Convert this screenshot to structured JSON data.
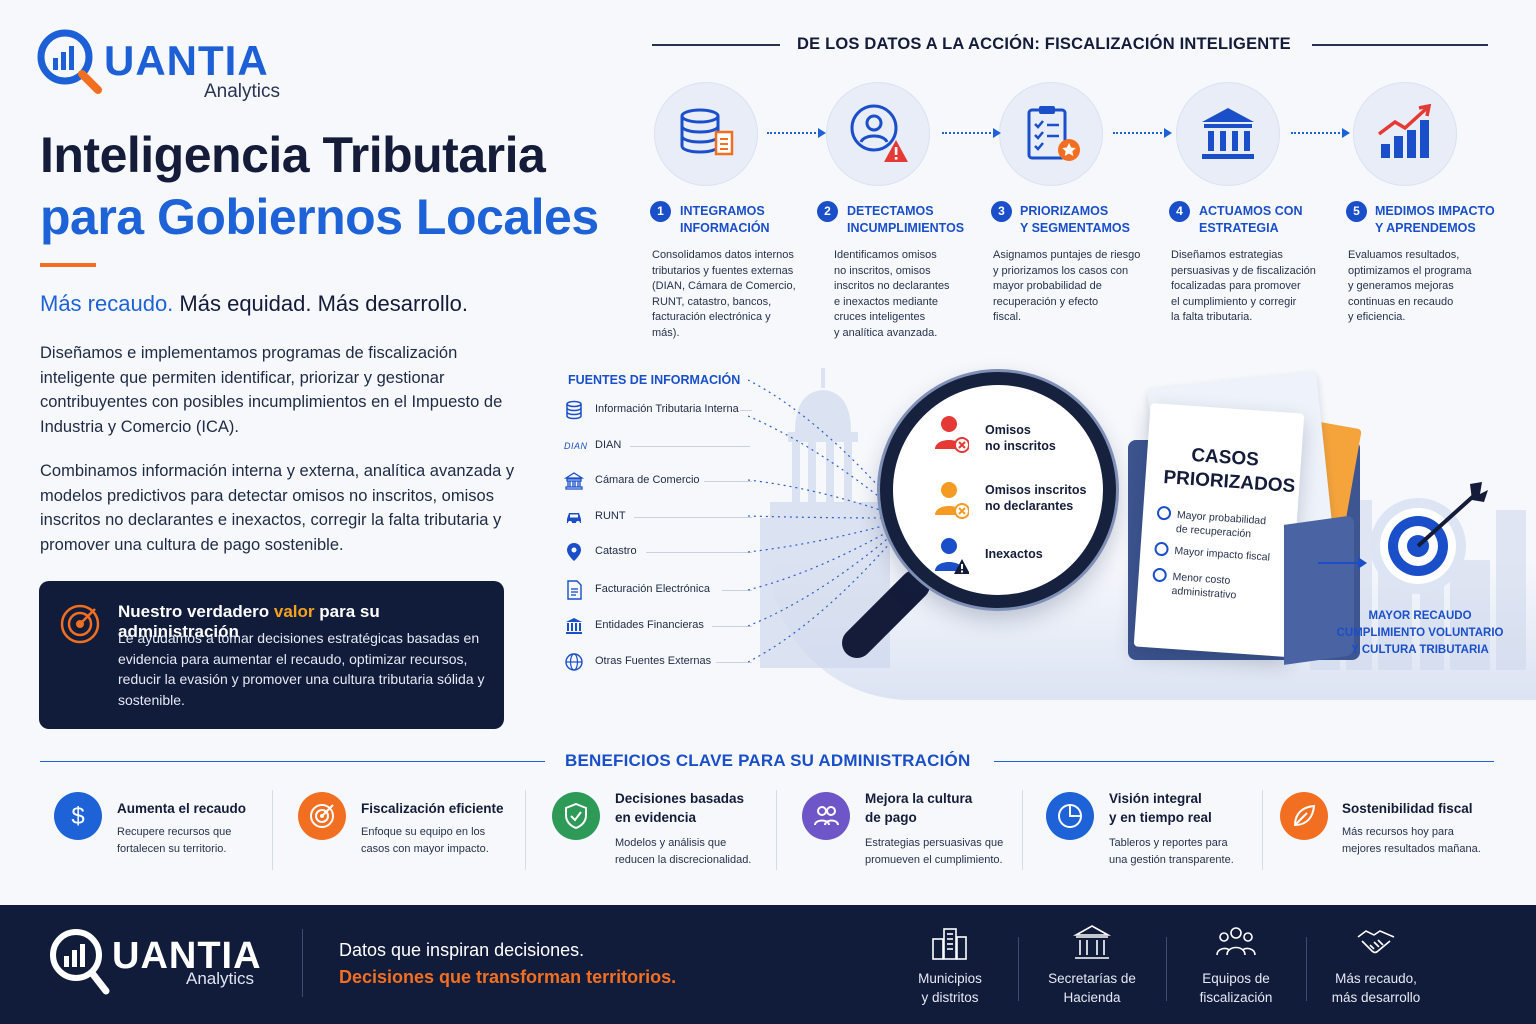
{
  "brand": {
    "name": "QUANTIA",
    "name_rest": "UANTIA",
    "sub": "Analytics"
  },
  "hero": {
    "title_line1": "Inteligencia Tributaria",
    "title_line2": "para Gobiernos Locales",
    "tagline_accent": "Más recaudo.",
    "tagline_rest": " Más equidad. Más desarrollo.",
    "para1": "Diseñamos e implementamos programas de fiscalización inteligente que permiten identificar, priorizar y gestionar contribuyentes con posibles incumplimientos en el Impuesto de Industria y Comercio (ICA).",
    "para2": "Combinamos información interna y externa, analítica avanzada y modelos predictivos para detectar omisos no inscritos, omisos inscritos no declarantes e inexactos, corregir la falta tributaria y promover una cultura de pago sostenible."
  },
  "value_box": {
    "title_pre": "Nuestro verdadero ",
    "title_accent": "valor",
    "title_post": " para su administración",
    "text": "Le ayudamos a tomar decisiones estratégicas basadas en evidencia para aumentar el recaudo, optimizar recursos, reducir la evasión y promover una cultura tributaria sólida y sostenible."
  },
  "process": {
    "title": "DE LOS DATOS A LA ACCIÓN: FISCALIZACIÓN INTELIGENTE",
    "steps": [
      {
        "num": "1",
        "title_l1": "INTEGRAMOS",
        "title_l2": "INFORMACIÓN",
        "icon": "database-icon",
        "desc": [
          "Consolidamos datos internos",
          "tributarios y fuentes externas",
          "(DIAN, Cámara de Comercio,",
          "RUNT, catastro, bancos,",
          "facturación electrónica y",
          "más)."
        ]
      },
      {
        "num": "2",
        "title_l1": "DETECTAMOS",
        "title_l2": "INCUMPLIMIENTOS",
        "icon": "user-alert-icon",
        "desc": [
          "Identificamos omisos",
          "no inscritos, omisos",
          "inscritos no declarantes",
          "e inexactos mediante",
          "cruces inteligentes",
          "y analítica avanzada."
        ]
      },
      {
        "num": "3",
        "title_l1": "PRIORIZAMOS",
        "title_l2": "Y SEGMENTAMOS",
        "icon": "checklist-icon",
        "desc": [
          "Asignamos puntajes de riesgo",
          "y priorizamos los casos con",
          "mayor probabilidad de",
          "recuperación y efecto",
          "fiscal."
        ]
      },
      {
        "num": "4",
        "title_l1": "ACTUAMOS CON",
        "title_l2": "ESTRATEGIA",
        "icon": "government-building-icon",
        "desc": [
          "Diseñamos estrategias",
          "persuasivas y de fiscalización",
          "focalizadas para promover",
          "el cumplimiento y corregir",
          "la falta tributaria."
        ]
      },
      {
        "num": "5",
        "title_l1": "MEDIMOS IMPACTO",
        "title_l2": "Y APRENDEMOS",
        "icon": "growth-chart-icon",
        "desc": [
          "Evaluamos resultados,",
          "optimizamos el programa",
          "y generamos mejoras",
          "continuas en recaudo",
          "y eficiencia."
        ]
      }
    ]
  },
  "sources": {
    "title": "FUENTES DE INFORMACIÓN",
    "items": [
      {
        "label": "Información Tributaria Interna",
        "icon": "database-icon"
      },
      {
        "label": "DIAN",
        "icon": "dian-logo-icon",
        "icon_text": "DIAN"
      },
      {
        "label": "Cámara de Comercio",
        "icon": "building-icon"
      },
      {
        "label": "RUNT",
        "icon": "car-icon"
      },
      {
        "label": "Catastro",
        "icon": "map-pin-icon"
      },
      {
        "label": "Facturación Electrónica",
        "icon": "invoice-icon"
      },
      {
        "label": "Entidades Financieras",
        "icon": "bank-icon"
      },
      {
        "label": "Otras Fuentes Externas",
        "icon": "globe-icon"
      }
    ]
  },
  "detection": {
    "items": [
      {
        "l1": "Omisos",
        "l2": "no inscritos",
        "icon": "red-user-x-icon"
      },
      {
        "l1": "Omisos inscritos",
        "l2": "no declarantes",
        "icon": "orange-user-x-icon"
      },
      {
        "l1": "Inexactos",
        "l2": "",
        "icon": "blue-user-warning-icon"
      }
    ]
  },
  "cases": {
    "title_l1": "CASOS",
    "title_l2": "PRIORIZADOS",
    "items": [
      {
        "l1": "Mayor probabilidad",
        "l2": "de recuperación"
      },
      {
        "l1": "Mayor impacto fiscal",
        "l2": ""
      },
      {
        "l1": "Menor costo",
        "l2": "administrativo"
      }
    ]
  },
  "outcome": {
    "l1": "MAYOR RECAUDO",
    "l2": "CUMPLIMIENTO VOLUNTARIO",
    "l3": "Y CULTURA TRIBUTARIA"
  },
  "benefits": {
    "title": "BENEFICIOS CLAVE PARA SU ADMINISTRACIÓN",
    "items": [
      {
        "h1": "Aumenta el recaudo",
        "h2": "",
        "d1": "Recupere recursos que",
        "d2": "fortalecen su territorio.",
        "icon": "dollar-icon",
        "color": "#1e62d8"
      },
      {
        "h1": "Fiscalización eficiente",
        "h2": "",
        "d1": "Enfoque su equipo en los",
        "d2": "casos con mayor impacto.",
        "icon": "target-icon",
        "color": "#f26f21"
      },
      {
        "h1": "Decisiones basadas",
        "h2": "en evidencia",
        "d1": "Modelos y análisis que",
        "d2": "reducen la discrecionalidad.",
        "icon": "shield-check-icon",
        "color": "#2e9a57"
      },
      {
        "h1": "Mejora la cultura",
        "h2": "de pago",
        "d1": "Estrategias persuasivas que",
        "d2": "promueven el cumplimiento.",
        "icon": "people-icon",
        "color": "#6e55c8"
      },
      {
        "h1": "Visión integral",
        "h2": "y en tiempo real",
        "d1": "Tableros y reportes para",
        "d2": "una gestión transparente.",
        "icon": "pie-chart-icon",
        "color": "#1e62d8"
      },
      {
        "h1": "Sostenibilidad fiscal",
        "h2": "",
        "d1": "Más recursos hoy para",
        "d2": "mejores resultados mañana.",
        "icon": "leaf-icon",
        "color": "#f26f21"
      }
    ]
  },
  "footer": {
    "line1": "Datos que inspiran decisiones.",
    "line2": "Decisiones que transforman territorios.",
    "items": [
      {
        "l1": "Municipios",
        "l2": "y distritos",
        "icon": "city-icon"
      },
      {
        "l1": "Secretarías de",
        "l2": "Hacienda",
        "icon": "government-building-icon"
      },
      {
        "l1": "Equipos de",
        "l2": "fiscalización",
        "icon": "team-icon"
      },
      {
        "l1": "Más recaudo,",
        "l2": "más desarrollo",
        "icon": "handshake-icon"
      }
    ]
  }
}
